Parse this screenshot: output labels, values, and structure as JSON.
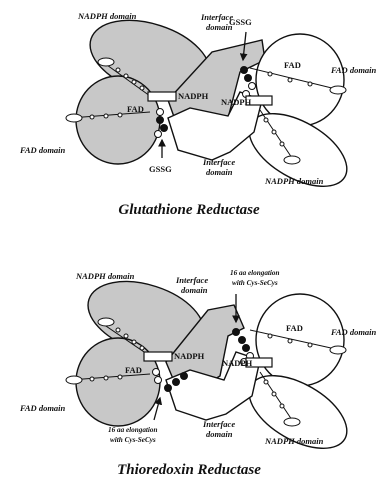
{
  "gr": {
    "nadph_domain_top": "NADPH domain",
    "interface_top": [
      "Interface",
      "domain"
    ],
    "gssg_top": "GSSG",
    "fad_right": "FAD",
    "fad_domain_right": "FAD domain",
    "nadph_center": "NADPH",
    "fad_left": "FAD",
    "nadph_right_box": "NADPH",
    "fad_domain_left": "FAD domain",
    "gssg_bottom": "GSSG",
    "interface_bottom": [
      "Interface",
      "domain"
    ],
    "nadph_domain_bottom": "NADPH domain",
    "title": "Glutathione Reductase"
  },
  "tr": {
    "nadph_domain_top": "NADPH domain",
    "interface_top": [
      "Interface",
      "domain"
    ],
    "elongation_top": [
      "16 aa elongation",
      "with Cys-SeCys"
    ],
    "fad_right": "FAD",
    "fad_domain_right": "FAD domain",
    "nadph_center": "NADPH",
    "fad_left": "FAD",
    "nadph_right_box": "NADPH",
    "fad_domain_left": "FAD domain",
    "elongation_bottom": [
      "16 aa elongation",
      "with Cys-SeCys"
    ],
    "interface_bottom": [
      "Interface",
      "domain"
    ],
    "nadph_domain_bottom": "NADPH domain",
    "title": "Thioredoxin Reductase"
  },
  "colors": {
    "shaded": "#c8c8c8",
    "outline": "#111111",
    "background": "#ffffff"
  }
}
